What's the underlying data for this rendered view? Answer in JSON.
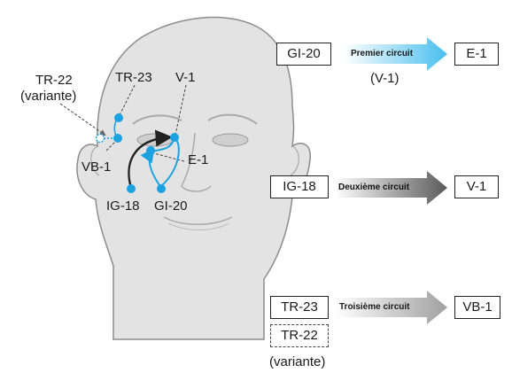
{
  "face_labels": {
    "tr22": "TR-22",
    "tr22_variant": "(variante)",
    "tr23": "TR-23",
    "v1": "V-1",
    "vb1": "VB-1",
    "e1": "E-1",
    "ig18": "IG-18",
    "gi20": "GI-20"
  },
  "circuits": [
    {
      "from": "GI-20",
      "label": "Premier circuit",
      "to": "E-1",
      "note": "(V-1)",
      "color": "#5fc8ee"
    },
    {
      "from": "IG-18",
      "label": "Deuxième circuit",
      "to": "V-1",
      "color": "#555555"
    },
    {
      "from": "TR-23",
      "label": "Troisième circuit",
      "to": "VB-1",
      "alt_from": "TR-22",
      "alt_note": "(variante)",
      "color": "#9a9a9a"
    }
  ],
  "colors": {
    "point": "#1aa3e0",
    "face": "#e3e3e3",
    "face_outline": "#8c8c8c"
  }
}
